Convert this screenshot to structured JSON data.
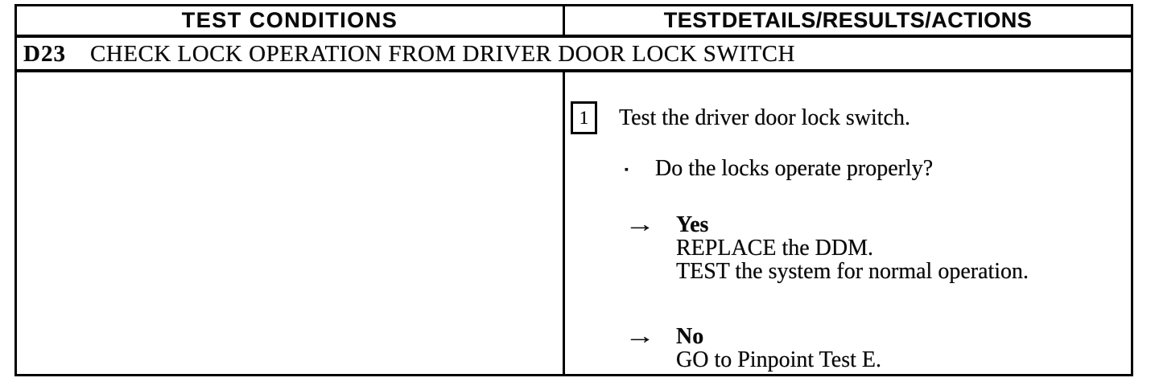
{
  "table": {
    "header": {
      "left": "TEST CONDITIONS",
      "right": "TEST DETAILS/RESULTS/ACTIONS"
    },
    "test_row": {
      "id": "D23",
      "title": "CHECK LOCK OPERATION FROM DRIVER DOOR LOCK SWITCH"
    },
    "steps": [
      {
        "number": "1",
        "instruction": "Test the driver door lock switch.",
        "bullet": "▪",
        "question": "Do the locks operate properly?",
        "results": [
          {
            "arrow": "→",
            "answer": "Yes",
            "actions": [
              "REPLACE the DDM.",
              "TEST the system for normal operation."
            ]
          },
          {
            "arrow": "→",
            "answer": "No",
            "actions": [
              "GO to Pinpoint Test E."
            ]
          }
        ]
      }
    ]
  },
  "colors": {
    "ink": "#0a0a0a",
    "paper": "#ffffff"
  }
}
